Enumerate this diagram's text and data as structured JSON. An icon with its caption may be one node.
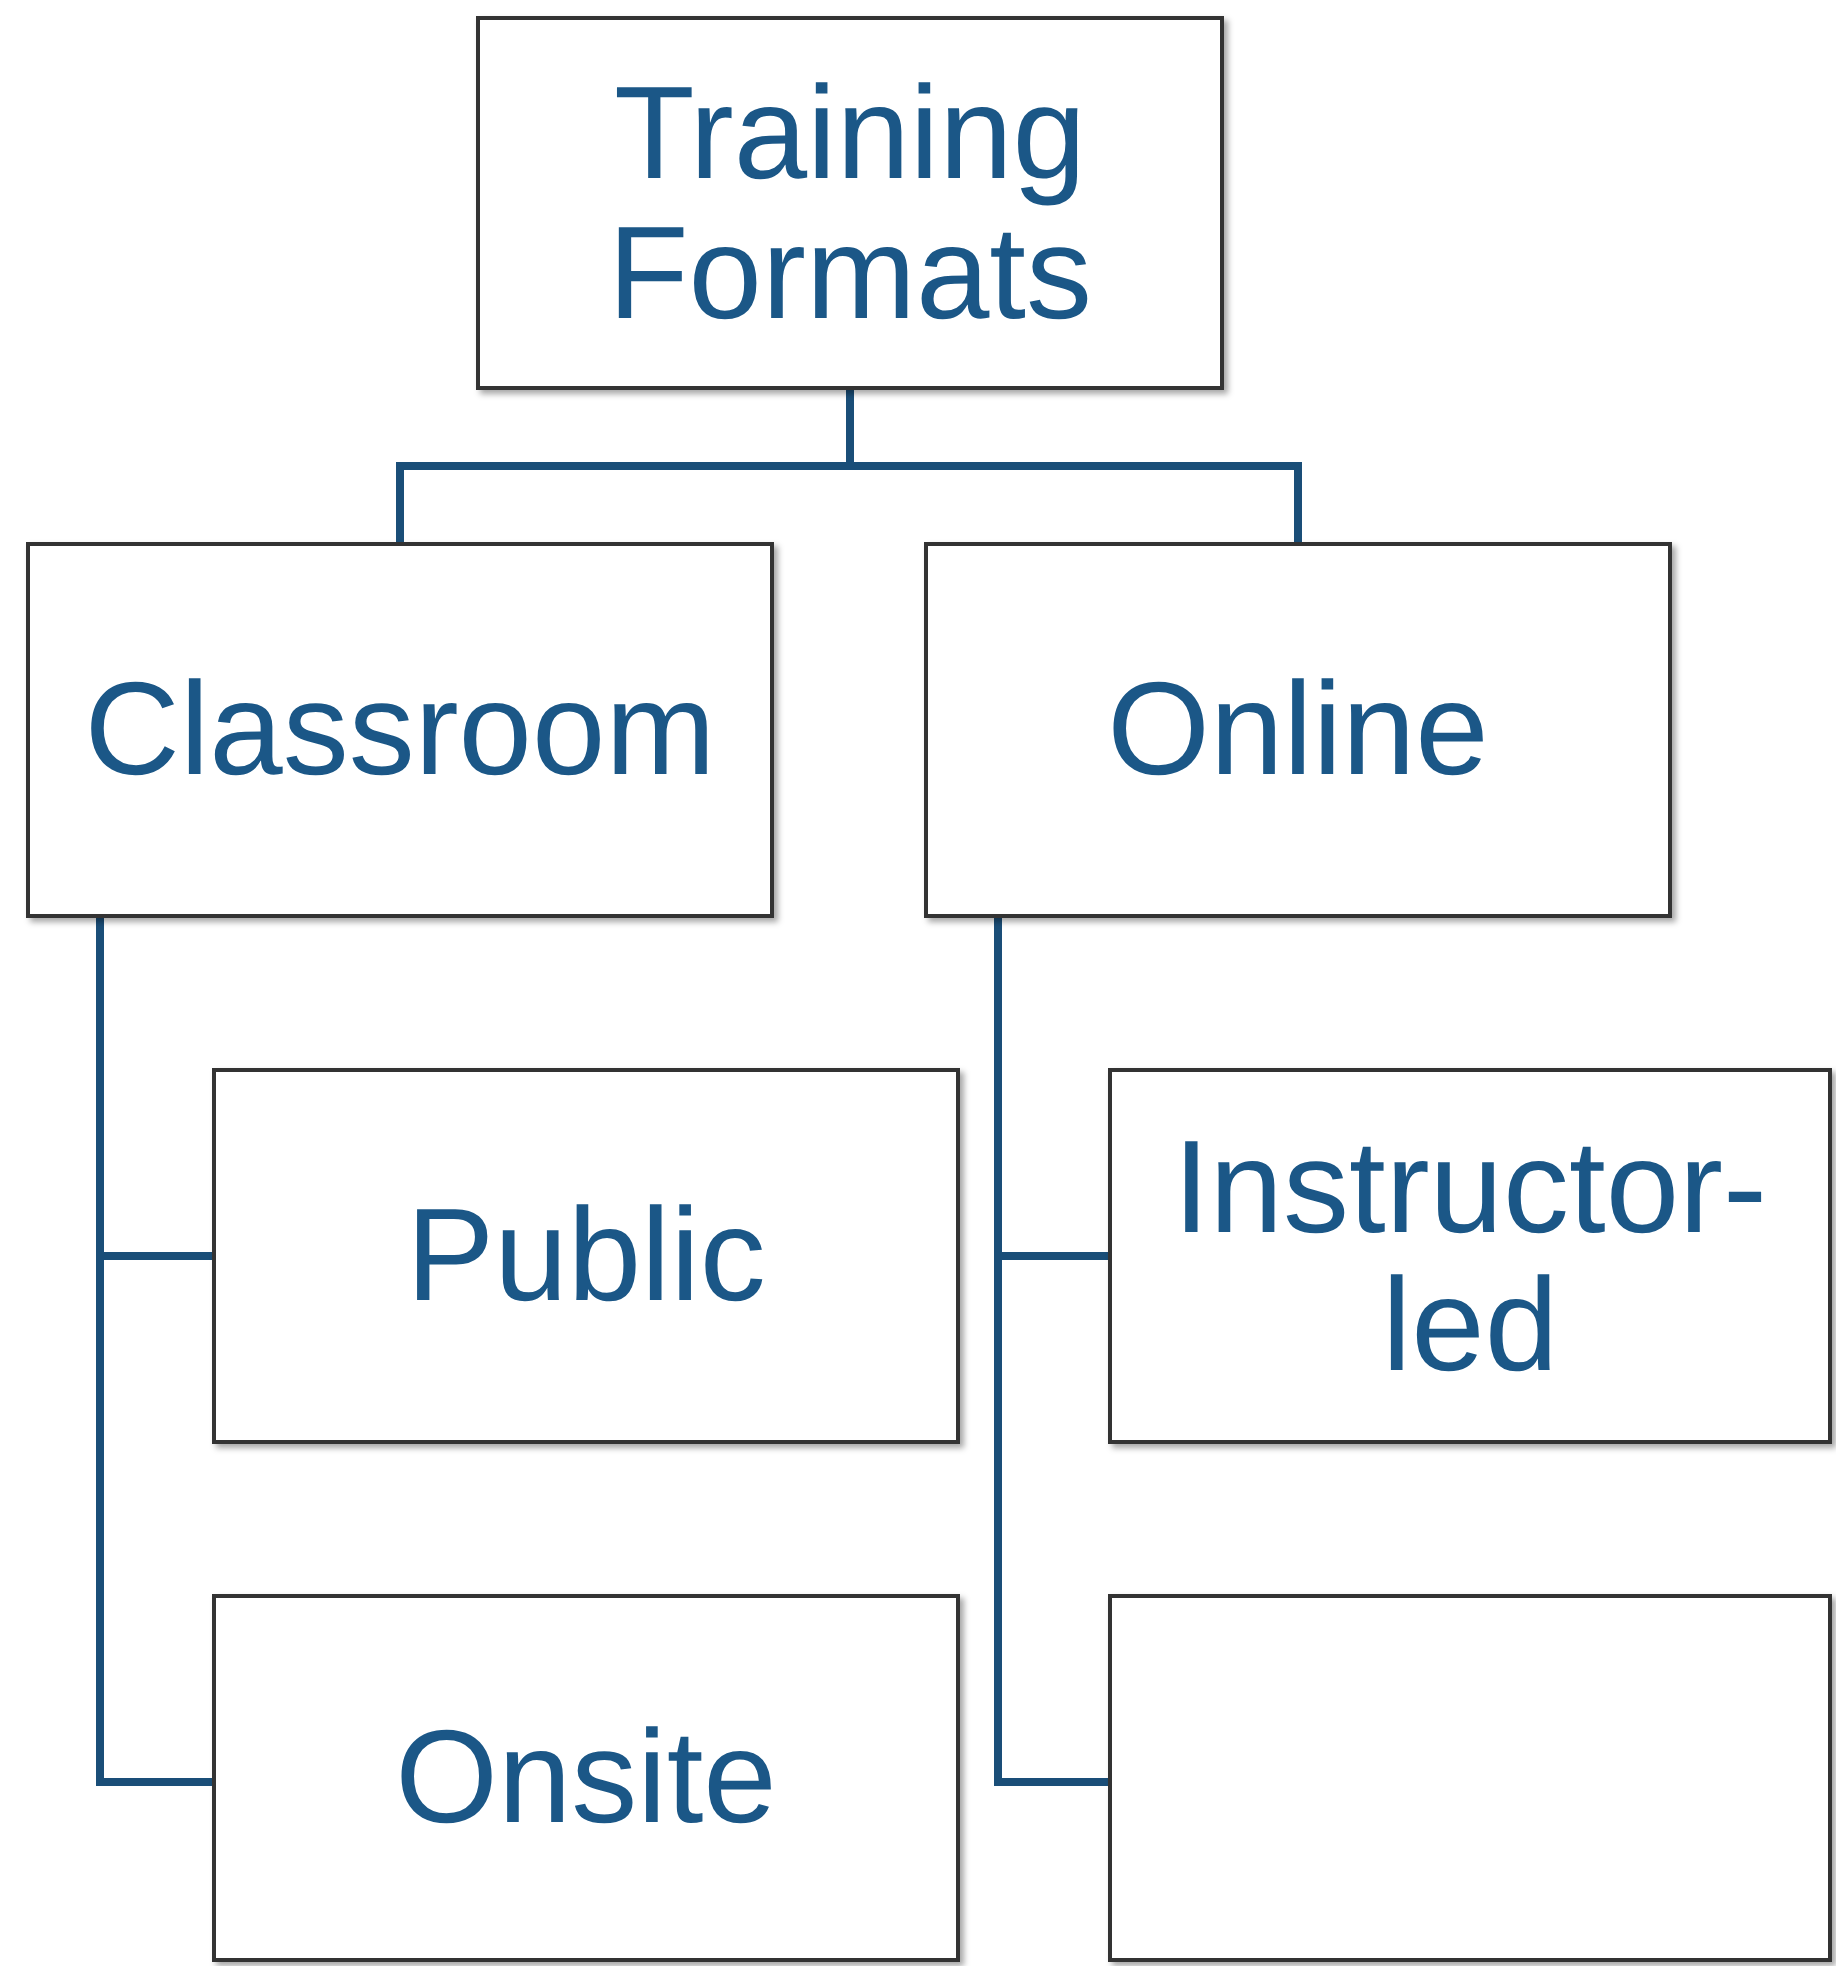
{
  "diagram": {
    "nodes": [
      {
        "text": [
          "Training Formats"
        ]
      },
      {
        "text": [
          "Classroom"
        ]
      },
      {
        "text": [
          "Online"
        ]
      },
      {
        "text": [
          "Public"
        ]
      },
      {
        "text": [
          "Onsite"
        ]
      },
      {
        "text": [
          "Instructor-led"
        ]
      },
      {
        "text": [],
        "shape": "box"
      }
    ],
    "edges": [
      {
        "from": 0,
        "to": 1,
        "arrow": "none"
      },
      {
        "from": 0,
        "to": 2,
        "arrow": "none"
      },
      {
        "from": 1,
        "to": 3,
        "arrow": "none"
      },
      {
        "from": 1,
        "to": 4,
        "arrow": "none"
      },
      {
        "from": 2,
        "to": 5,
        "arrow": "none"
      },
      {
        "from": 2,
        "to": 6,
        "arrow": "none"
      }
    ]
  }
}
